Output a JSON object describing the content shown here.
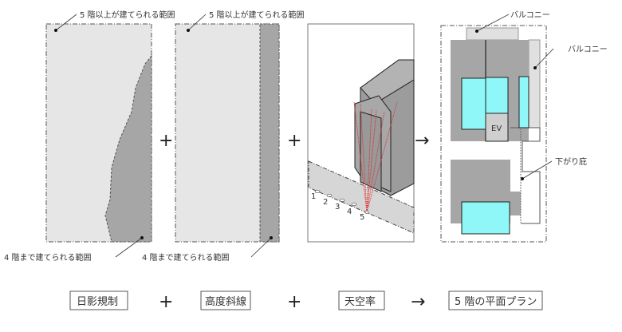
{
  "panels": {
    "p1": {
      "top_label": "5 階以上が建てられる範囲",
      "bottom_label": "4 階まで建てられる範囲"
    },
    "p2": {
      "top_label": "5 階以上が建てられる範囲",
      "bottom_label": "4 階まで建てられる範囲"
    },
    "p3": {
      "points": [
        "1",
        "2",
        "3",
        "4",
        "5"
      ]
    },
    "p4": {
      "balcony_top": "バルコニー",
      "balcony_right": "バルコニー",
      "eaves": "下がり庇",
      "ev": "EV"
    }
  },
  "operators": {
    "plus": "+",
    "arrow": "→"
  },
  "captions": [
    "日影規制",
    "高度斜線",
    "天空率",
    "5 階の平面プラン"
  ],
  "colors": {
    "light": "#e6e6e6",
    "dark": "#a6a6a6",
    "cyan": "#8ff7f7",
    "sightline": "#e0292b"
  }
}
